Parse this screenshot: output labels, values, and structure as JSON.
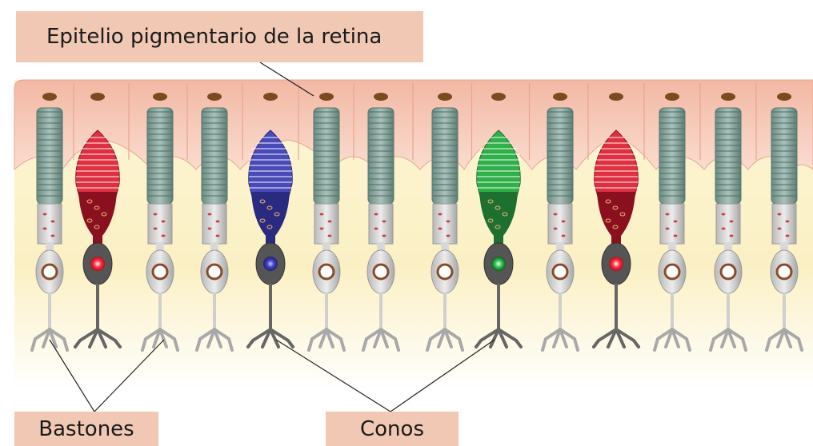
{
  "labels": {
    "epithelium": "Epitelio pigmentario de la retina",
    "rods": "Bastones",
    "cones": "Conos"
  },
  "cells": [
    {
      "type": "rod"
    },
    {
      "type": "cone",
      "color": "red"
    },
    {
      "type": "rod"
    },
    {
      "type": "rod"
    },
    {
      "type": "cone",
      "color": "blue"
    },
    {
      "type": "rod"
    },
    {
      "type": "rod"
    },
    {
      "type": "rod"
    },
    {
      "type": "cone",
      "color": "green"
    },
    {
      "type": "rod"
    },
    {
      "type": "cone",
      "color": "red"
    },
    {
      "type": "rod"
    },
    {
      "type": "rod"
    },
    {
      "type": "rod"
    }
  ],
  "colors": {
    "label_bg": "#f0c8b4",
    "epithelium": "#f7c9b6",
    "background": "#fbf1c8",
    "rod": "#7f9e94",
    "cone_red": "#c8202e",
    "cone_blue": "#3a3aa0",
    "cone_green": "#2aa040"
  }
}
